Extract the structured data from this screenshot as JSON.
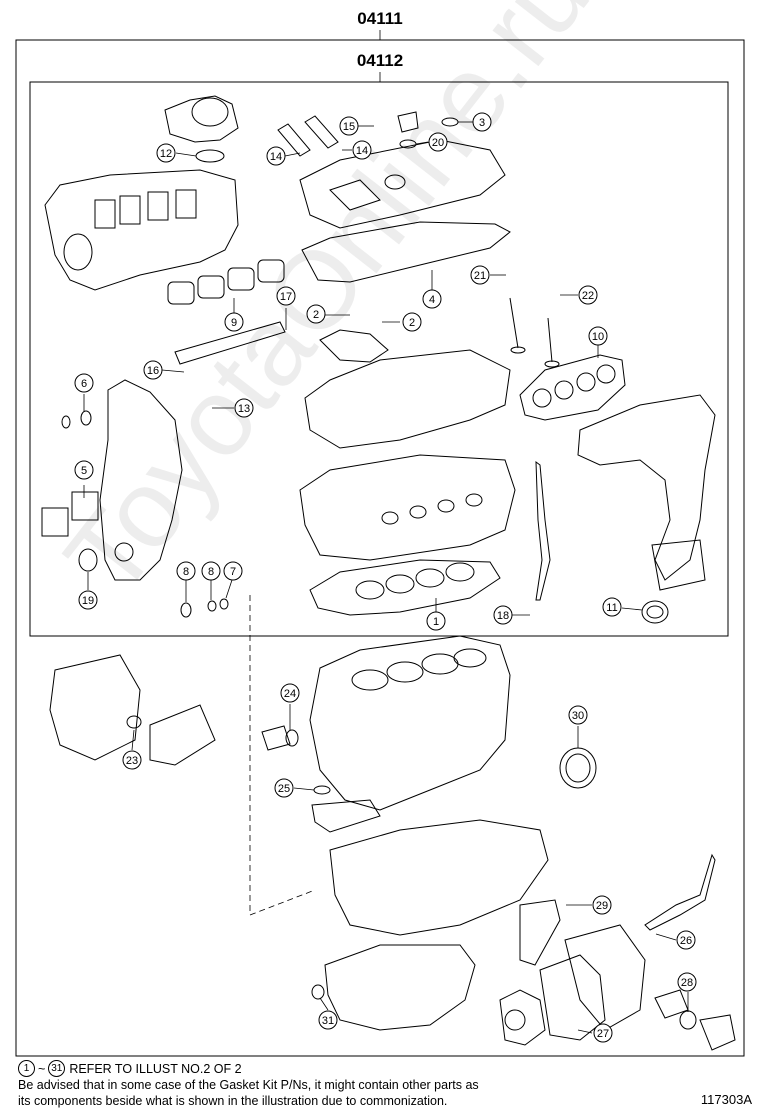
{
  "kits": {
    "outer": "04111",
    "inner": "04112"
  },
  "callouts": [
    {
      "label": "1"
    },
    {
      "label": "2"
    },
    {
      "label": "2"
    },
    {
      "label": "3"
    },
    {
      "label": "4"
    },
    {
      "label": "5"
    },
    {
      "label": "6"
    },
    {
      "label": "7"
    },
    {
      "label": "8"
    },
    {
      "label": "8"
    },
    {
      "label": "9"
    },
    {
      "label": "10"
    },
    {
      "label": "11"
    },
    {
      "label": "12"
    },
    {
      "label": "13"
    },
    {
      "label": "14"
    },
    {
      "label": "14"
    },
    {
      "label": "15"
    },
    {
      "label": "16"
    },
    {
      "label": "17"
    },
    {
      "label": "18"
    },
    {
      "label": "19"
    },
    {
      "label": "20"
    },
    {
      "label": "21"
    },
    {
      "label": "22"
    },
    {
      "label": "23"
    },
    {
      "label": "24"
    },
    {
      "label": "25"
    },
    {
      "label": "26"
    },
    {
      "label": "27"
    },
    {
      "label": "28"
    },
    {
      "label": "29"
    },
    {
      "label": "30"
    },
    {
      "label": "31"
    }
  ],
  "footer": {
    "range_start": "1",
    "range_sep": "~",
    "range_end": "31",
    "ref_text": "REFER TO ILLUST NO.2 OF 2",
    "note_line1": "Be advised that in some case of the Gasket Kit P/Ns,  it might contain other parts as",
    "note_line2": "its components beside what is shown in the illustration due to commonization."
  },
  "drawing_code": "117303A",
  "watermark": "ToyotaOnline.ru"
}
